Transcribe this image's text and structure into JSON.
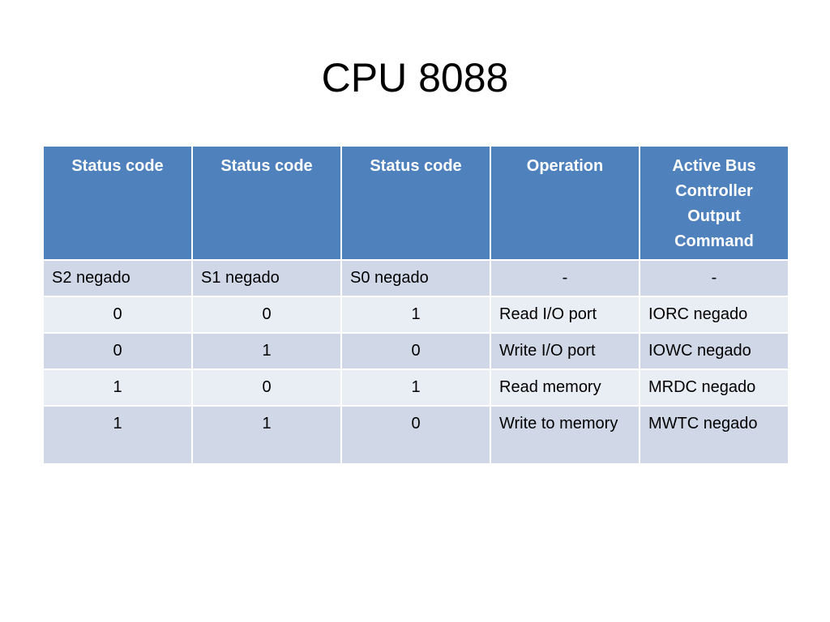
{
  "slide": {
    "title": "CPU 8088"
  },
  "table": {
    "headers": [
      "Status code",
      "Status code",
      "Status code",
      "Operation",
      "Active Bus Controller Output Command"
    ],
    "rows": [
      [
        "S2 negado",
        "S1 negado",
        "S0 negado",
        "-",
        "-"
      ],
      [
        "0",
        "0",
        "1",
        "Read I/O port",
        "IORC  negado"
      ],
      [
        "0",
        "1",
        "0",
        "Write I/O port",
        "IOWC negado"
      ],
      [
        "1",
        "0",
        "1",
        "Read memory",
        "MRDC negado"
      ],
      [
        "1",
        "1",
        "0",
        "Write to memory",
        "MWTC negado"
      ]
    ]
  },
  "colors": {
    "header_bg": "#4f81bd",
    "row_odd_bg": "#d0d8e8",
    "row_even_bg": "#e9edf4"
  }
}
